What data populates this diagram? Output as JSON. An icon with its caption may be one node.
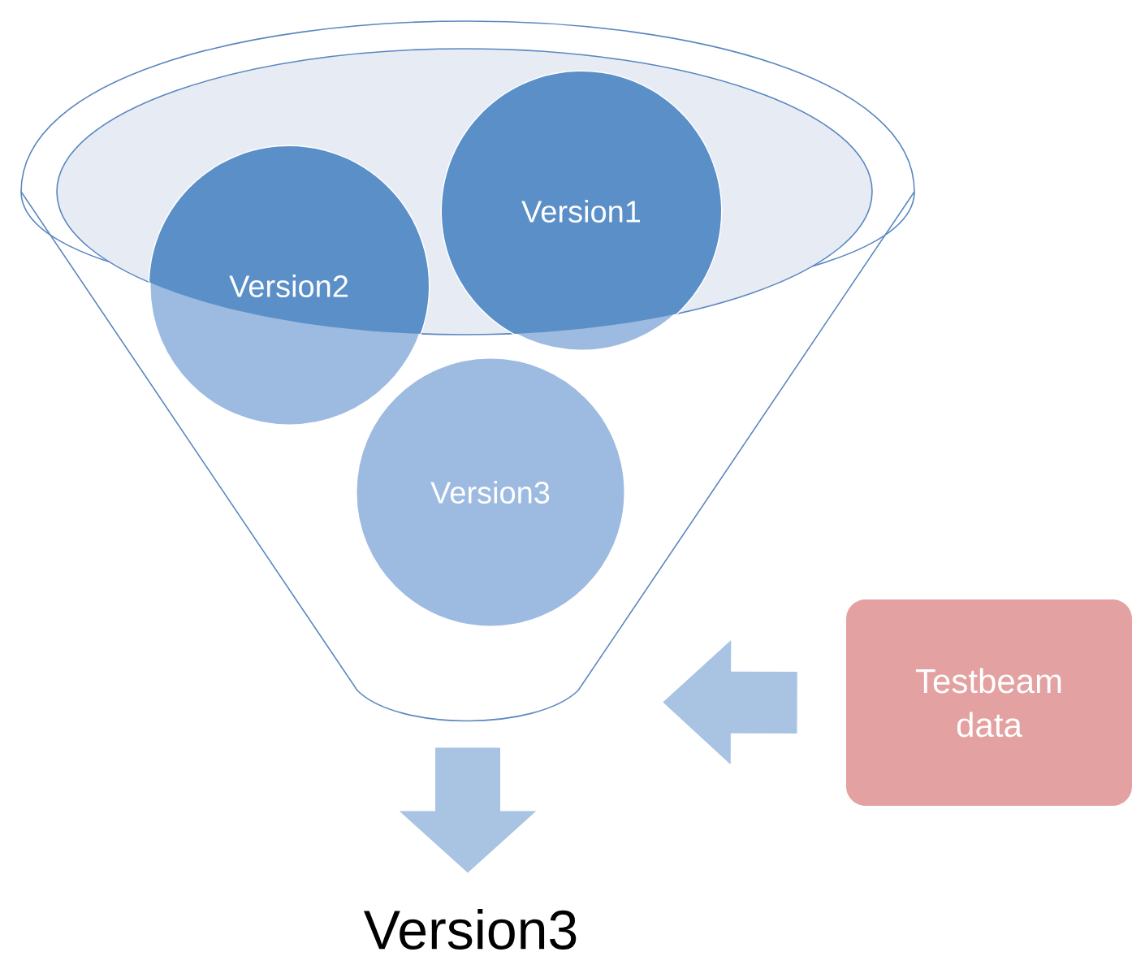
{
  "diagram": {
    "nodes": [
      {
        "text": [],
        "shape": "funnel"
      },
      {
        "text": [
          "Version1"
        ],
        "in": 0
      },
      {
        "text": [
          "Version2"
        ],
        "in": 0
      },
      {
        "text": [
          "Version3"
        ],
        "in": 0
      },
      {
        "text": [
          "Testbeam data"
        ]
      },
      {
        "text": [
          "Version3"
        ]
      }
    ],
    "edges": [
      {
        "from": 4,
        "to": 0,
        "arrow": "to"
      },
      {
        "from": 0,
        "to": 5,
        "arrow": "to"
      }
    ]
  }
}
